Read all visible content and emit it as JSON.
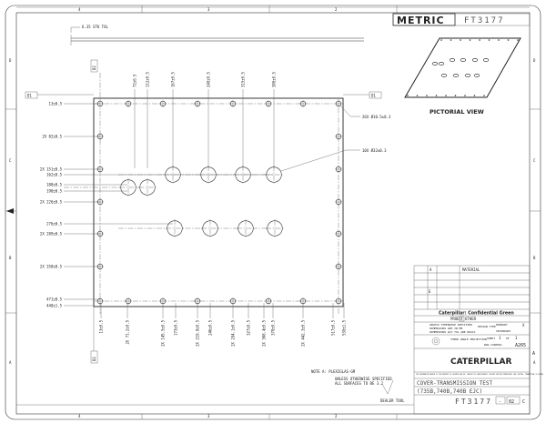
{
  "frame": {
    "columns": [
      "4",
      "3",
      "2"
    ],
    "rows": [
      "D",
      "C",
      "B",
      "A"
    ]
  },
  "header": {
    "units_badge": "METRIC",
    "drawing_number": "FT3177"
  },
  "edge_view": {
    "note": "6.35 STK TOL"
  },
  "datums": {
    "d1": "D1",
    "d2": "D2"
  },
  "left_dims": [
    "13±0.5",
    "2X 82±0.5",
    "2X 151±0.5",
    "162±0.5",
    "188±0.5",
    "190±0.5",
    "2X 226±0.5",
    "276±0.5",
    "2X 289±0.5",
    "2X 358±0.5",
    "471±0.5",
    "440±1.5"
  ],
  "top_dims": [
    "72±0.5",
    "112±0.5",
    "167±0.5",
    "240±0.5",
    "315±0.5",
    "380±0.5"
  ],
  "bottom_dims": [
    "13±0.5",
    "2X 71.2±0.5",
    "2X 145.5±0.5",
    "173±0.5",
    "2X 219.8±0.5",
    "246±0.5",
    "2X 294.1±0.5",
    "327±0.5",
    "2X 368.4±0.5",
    "378±0.5",
    "2X 442.3±0.5",
    "517±0.5",
    "530±1.5"
  ],
  "callouts": {
    "small_holes": "26X Ø10.5±0.3",
    "large_holes": "10X Ø32±0.3"
  },
  "pictorial_label": "PICTORIAL VIEW",
  "notes": {
    "note_a": "NOTE A: PLEXIGLAS-GM",
    "surfaces_line1": "UNLESS OTHERWISE SPECIFIED",
    "surfaces_line2": "ALL SURFACES TO BE 3.2",
    "dealer_tool": "DEALER TOOL"
  },
  "title_block": {
    "rev_a": "A",
    "material_label": "MATERIAL",
    "rev_e": "E",
    "confidential": "Caterpillar: Confidential Green",
    "prod": "PROD",
    "mark": "X",
    "other": "OTHER",
    "tolerance_note": [
      "UNLESS OTHERWISE SPECIFIED",
      "DIMENSIONS ARE IN MM",
      "DIMENSIONS W/O TOL ARE BASIC"
    ],
    "design_type": "DESIGN TYPE",
    "primary": "PRIMARY",
    "primary_mark": "X",
    "secondary": "SECONDARY",
    "projection": "THIRD ANGLE PROJECTION",
    "sheet": "SHEET",
    "sheet_num": "1",
    "of": "OF",
    "sheet_total": "1",
    "dwg_control": "DWG CONTROL",
    "dwg_control_value": "A265",
    "brand": "CATERPILLAR",
    "disclaimer": "THE INFORMATION HEREIN IS THE PROPERTY OF CATERPILLAR INC. AND/OR ITS SUBSIDIARIES. WITHOUT WRITTEN PERMISSION, ANY COPYING, TRANSMITTAL TO OTHERS",
    "title": "COVER-TRANSMISSION TEST",
    "subtitle": "(735B,740B,740B EJC)",
    "drawing_number": "FT3177",
    "rev": "-",
    "size": "02",
    "sheet_size": "C",
    "zone_a": "A"
  }
}
